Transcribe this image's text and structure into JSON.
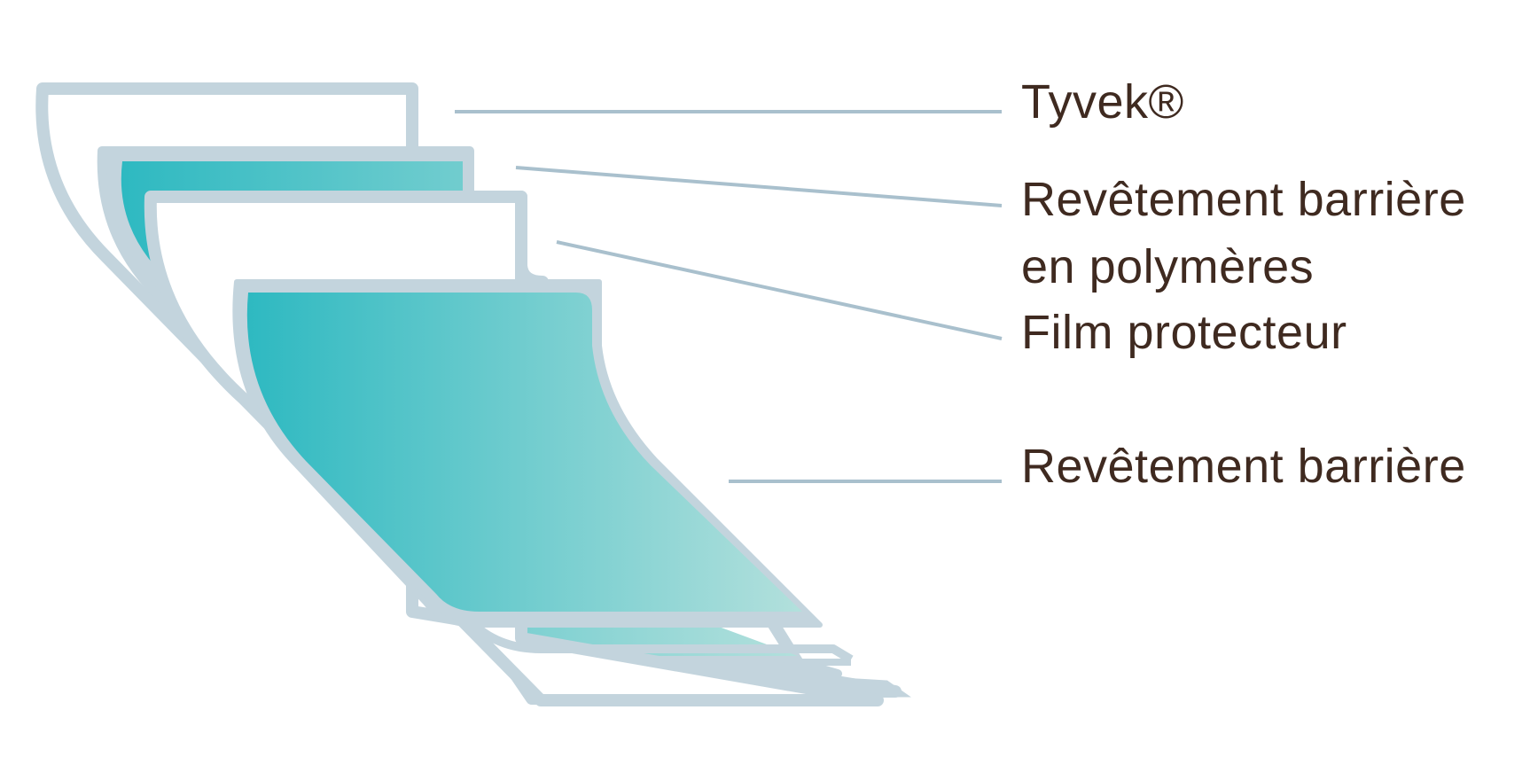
{
  "labels": {
    "tyvek": "Tyvek®",
    "polymer_coating_line1": "Revêtement barrière",
    "polymer_coating_line2": "en polymères",
    "protective_film": "Film protecteur",
    "barrier_coating": "Revêtement barrière"
  },
  "colors": {
    "outline": "#c3d4dd",
    "leader_line": "#a9c0cd",
    "text": "#3f2a20",
    "teal_dark": "#2eb9c1",
    "teal_light": "#b3e0dc"
  }
}
